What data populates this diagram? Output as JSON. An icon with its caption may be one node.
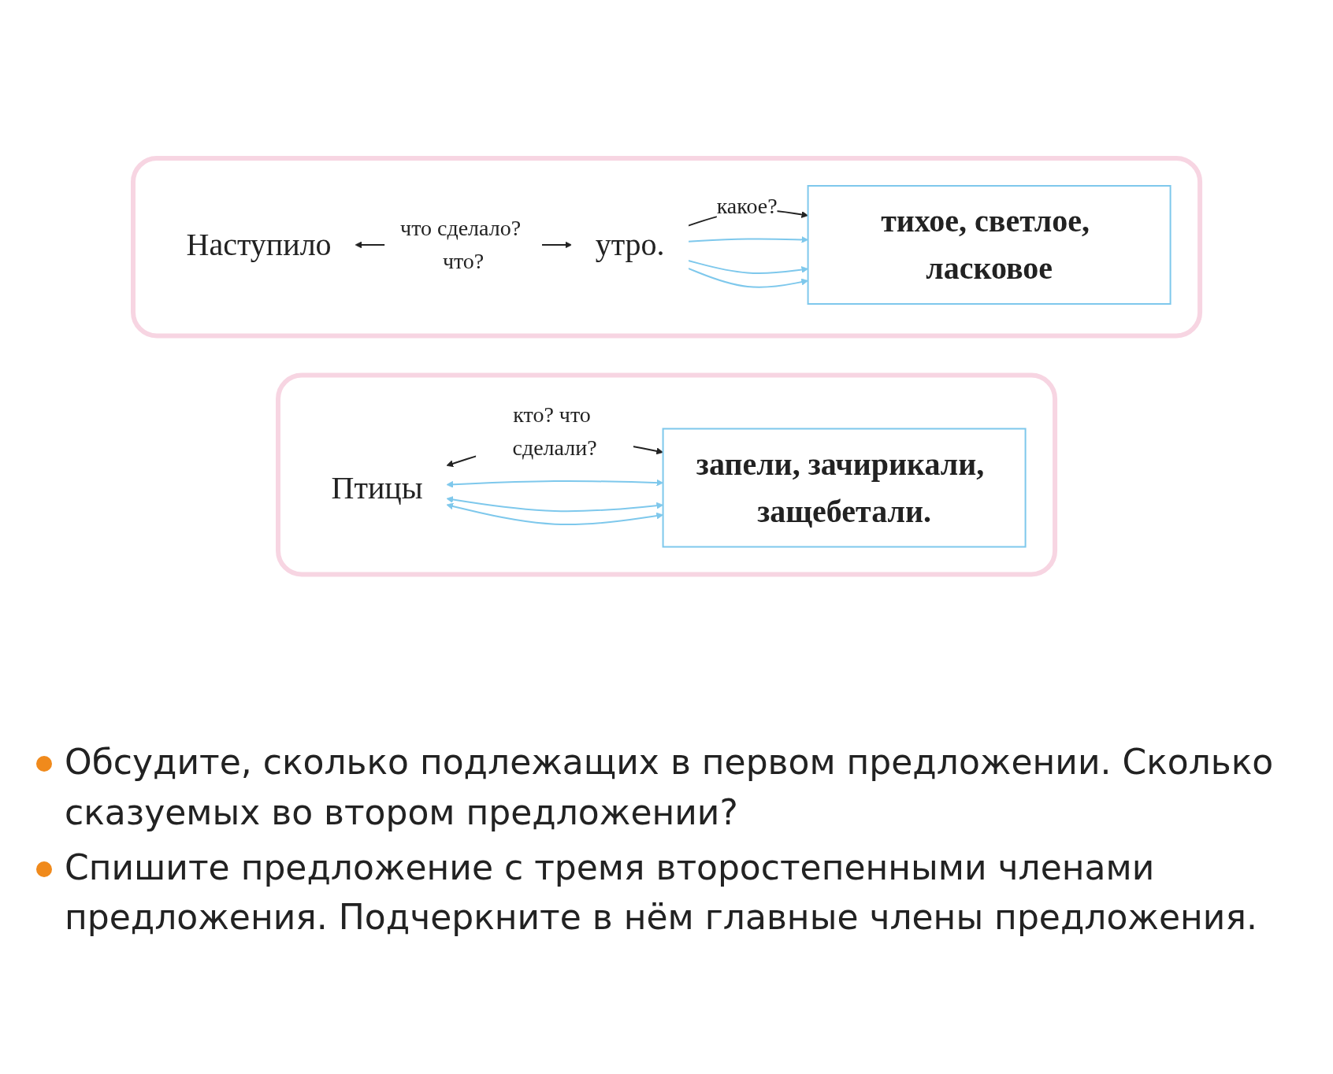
{
  "diagram": {
    "nodes": [
      {
        "text": [],
        "shape": "box"
      },
      {
        "text": [
          "Птицы"
        ],
        "in": 0
      },
      {
        "text": [
          "запели, зачирикали, защебетали."
        ],
        "in": 0
      },
      {
        "text": [],
        "shape": "box"
      },
      {
        "text": [
          "Наступило"
        ],
        "in": 3
      },
      {
        "text": [
          "тихое, светлое, ласковое"
        ],
        "in": 3
      },
      {
        "text": [
          "утро."
        ],
        "in": 3
      }
    ],
    "edges": [
      {
        "from": 1,
        "to": 2,
        "arrow": "both",
        "label": "кто? что сделали?",
        "color": "#222222"
      },
      {
        "from": 1,
        "to": 2,
        "arrow": "both"
      },
      {
        "from": 1,
        "to": 2,
        "arrow": "both"
      },
      {
        "from": 1,
        "to": 2,
        "arrow": "both"
      },
      {
        "from": 4,
        "to": 6,
        "arrow": "both",
        "label": "что сделало? что?",
        "color": "#222222"
      },
      {
        "from": 6,
        "to": 5,
        "arrow": "to",
        "label": "какое?",
        "color": "#222222"
      },
      {
        "from": 6,
        "to": 5,
        "arrow": "to"
      },
      {
        "from": 6,
        "to": 5,
        "arrow": "to"
      },
      {
        "from": 6,
        "to": 5,
        "arrow": "to"
      }
    ],
    "labels": [
      "Обсудите, сколько подлежащих в первом предложении. Сколько сказуемых во втором предложении?",
      "Спишите предложение с тремя второстепенными членами предложения. Подчеркните в нём главные члены предложения."
    ]
  }
}
